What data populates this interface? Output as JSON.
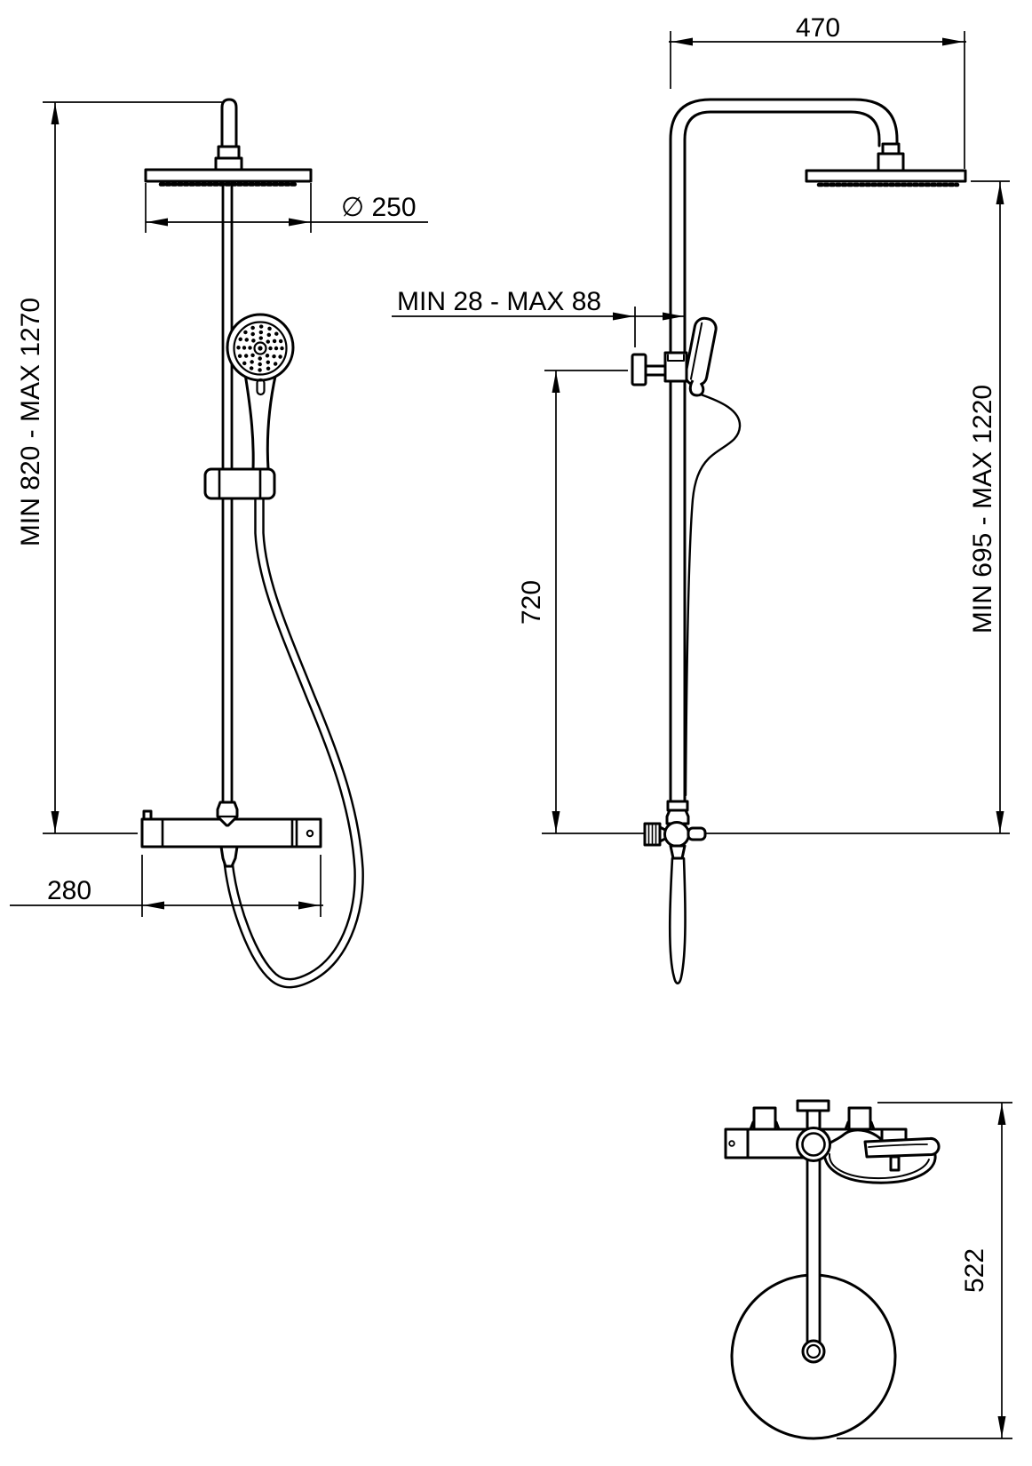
{
  "drawing": {
    "type": "technical-installation-diagram",
    "subject": "shower-column-with-hand-shower-and-bath-mixer",
    "background": "#ffffff",
    "line_color": "#000000",
    "views": {
      "front": {
        "name": "front-view",
        "dims": {
          "height_range": "MIN 820 - MAX 1270",
          "head_diameter": "∅ 250",
          "valve_width": "280"
        }
      },
      "side": {
        "name": "side-view",
        "dims": {
          "arm_reach": "470",
          "bracket_depth_range": "MIN 28 - MAX 88",
          "riser_height": "720",
          "head_height_range": "MIN 695 - MAX 1220"
        }
      },
      "top": {
        "name": "top-view",
        "dims": {
          "overall_depth": "522"
        }
      }
    }
  }
}
